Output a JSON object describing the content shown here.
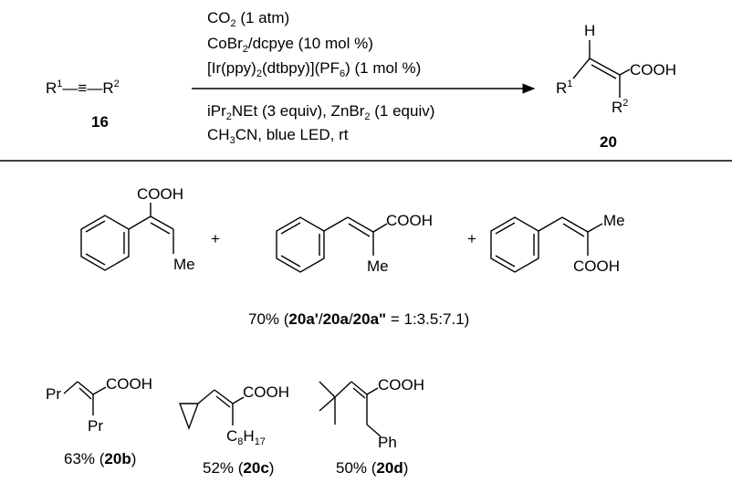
{
  "reaction": {
    "reactant": {
      "label": [
        [
          "R"
        ],
        [
          "1",
          "sup"
        ],
        [
          "—≡—"
        ],
        [
          "R"
        ],
        [
          "2",
          "sup"
        ]
      ],
      "compound_number": "16"
    },
    "conditions_above": [
      [
        [
          "CO"
        ],
        [
          "2",
          "sub"
        ],
        [
          " (1 atm)"
        ]
      ],
      [
        [
          "CoBr"
        ],
        [
          "2",
          "sub"
        ],
        [
          "/dcpye (10 mol %)"
        ]
      ],
      [
        [
          "[Ir(ppy)"
        ],
        [
          "2",
          "sub"
        ],
        [
          "(dtbpy)](PF"
        ],
        [
          "6",
          "sub"
        ],
        [
          ") (1 mol %)"
        ]
      ]
    ],
    "conditions_below": [
      [
        [
          "iPr"
        ],
        [
          "2",
          "sub"
        ],
        [
          "NEt (3 equiv), ZnBr"
        ],
        [
          "2",
          "sub"
        ],
        [
          " (1 equiv)"
        ]
      ],
      [
        [
          "CH"
        ],
        [
          "3",
          "sub"
        ],
        [
          "CN, blue LED, rt"
        ]
      ]
    ],
    "product": {
      "h_label": [
        [
          "H"
        ]
      ],
      "r1_label": [
        [
          "R"
        ],
        [
          "1",
          "sup"
        ]
      ],
      "cooh_label": [
        [
          "COOH"
        ]
      ],
      "r2_label": [
        [
          "R"
        ],
        [
          "2",
          "sup"
        ]
      ],
      "compound_number": "20"
    }
  },
  "isomers": {
    "a_prime": {
      "cooh": [
        [
          "COOH"
        ]
      ],
      "me": [
        [
          "Me"
        ]
      ]
    },
    "plus_1": "+",
    "a": {
      "cooh": [
        [
          "COOH"
        ]
      ],
      "me": [
        [
          "Me"
        ]
      ]
    },
    "plus_2": "+",
    "a_double_prime": {
      "cooh": [
        [
          "COOH"
        ]
      ],
      "me": [
        [
          "Me"
        ]
      ]
    },
    "yield": [
      [
        "70% ("
      ],
      [
        "20a'",
        "b"
      ],
      [
        "/"
      ],
      [
        "20a",
        "b"
      ],
      [
        "/"
      ],
      [
        "20a\"",
        "b"
      ],
      [
        " = 1:3.5:7.1)"
      ]
    ]
  },
  "examples": [
    {
      "labels": {
        "pr1": [
          [
            "Pr"
          ]
        ],
        "cooh": [
          [
            "COOH"
          ]
        ],
        "pr2": [
          [
            "Pr"
          ]
        ]
      },
      "yield": [
        [
          "63% ("
        ],
        [
          "20b",
          "b"
        ],
        [
          ")"
        ]
      ]
    },
    {
      "labels": {
        "cooh": [
          [
            "COOH"
          ]
        ],
        "chain": [
          [
            "C"
          ],
          [
            "8",
            "sub"
          ],
          [
            "H"
          ],
          [
            "17",
            "sub"
          ]
        ]
      },
      "yield": [
        [
          "52% ("
        ],
        [
          "20c",
          "b"
        ],
        [
          ")"
        ]
      ]
    },
    {
      "labels": {
        "cooh": [
          [
            "COOH"
          ]
        ],
        "ph": [
          [
            "Ph"
          ]
        ]
      },
      "yield": [
        [
          "50% ("
        ],
        [
          "20d",
          "b"
        ],
        [
          ")"
        ]
      ]
    }
  ]
}
